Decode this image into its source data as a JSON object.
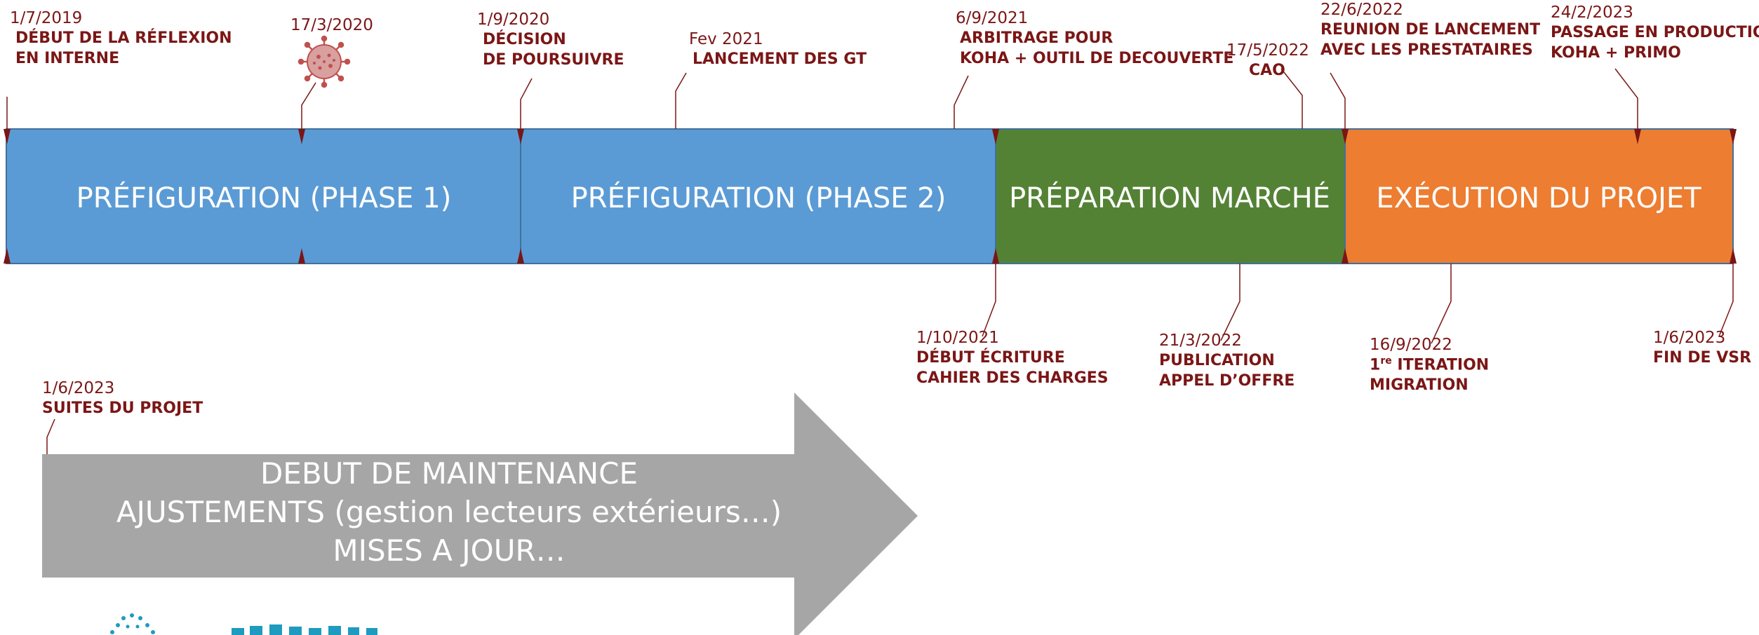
{
  "phases": [
    {
      "label": "PRÉFIGURATION (PHASE 1)",
      "color": "#5b9bd5"
    },
    {
      "label": "PRÉFIGURATION (PHASE 2)",
      "color": "#5b9bd5"
    },
    {
      "label": "PRÉPARATION MARCHÉ",
      "color": "#548235"
    },
    {
      "label": "EXÉCUTION DU PROJET",
      "color": "#ed7d31"
    }
  ],
  "milestones_top": [
    {
      "date": "1/7/2019",
      "label_lines": [
        "DÉBUT DE LA RÉFLEXION",
        "EN INTERNE"
      ]
    },
    {
      "date": "17/3/2020",
      "label_lines": [],
      "icon": "coronavirus-icon"
    },
    {
      "date": "1/9/2020",
      "label_lines": [
        "DÉCISION",
        "DE POURSUIVRE"
      ]
    },
    {
      "date": "Fev 2021",
      "label_lines": [
        "LANCEMENT DES GT"
      ]
    },
    {
      "date": "6/9/2021",
      "label_lines": [
        "ARBITRAGE POUR",
        "KOHA + OUTIL DE DECOUVERTE"
      ]
    },
    {
      "date": "17/5/2022",
      "label_lines": [
        "CAO"
      ]
    },
    {
      "date": "22/6/2022",
      "label_lines": [
        "REUNION DE LANCEMENT",
        "AVEC LES PRESTATAIRES"
      ]
    },
    {
      "date": "24/2/2023",
      "label_lines": [
        "PASSAGE EN PRODUCTION",
        "KOHA + PRIMO"
      ]
    }
  ],
  "milestones_bottom": [
    {
      "date": "1/10/2021",
      "label_lines": [
        "DÉBUT ÉCRITURE",
        "CAHIER DES CHARGES"
      ]
    },
    {
      "date": "21/3/2022",
      "label_lines": [
        "PUBLICATION",
        "APPEL D’OFFRE"
      ]
    },
    {
      "date": "16/9/2022",
      "label_lines": [
        "ITERATION",
        "MIGRATION"
      ],
      "ordinal": "1",
      "ordinal_sup": "re"
    },
    {
      "date": "1/6/2023",
      "label_lines": [
        "FIN DE VSR"
      ]
    }
  ],
  "followup": {
    "date": "1/6/2023",
    "label": "SUITES DU PROJET",
    "arrow_lines": [
      "DEBUT DE MAINTENANCE",
      "AJUSTEMENTS (gestion lecteurs extérieurs…)",
      "MISES A JOUR…"
    ],
    "arrow_color": "#a6a6a6"
  },
  "colors": {
    "marker": "#7b1616",
    "border": "#41719c"
  }
}
